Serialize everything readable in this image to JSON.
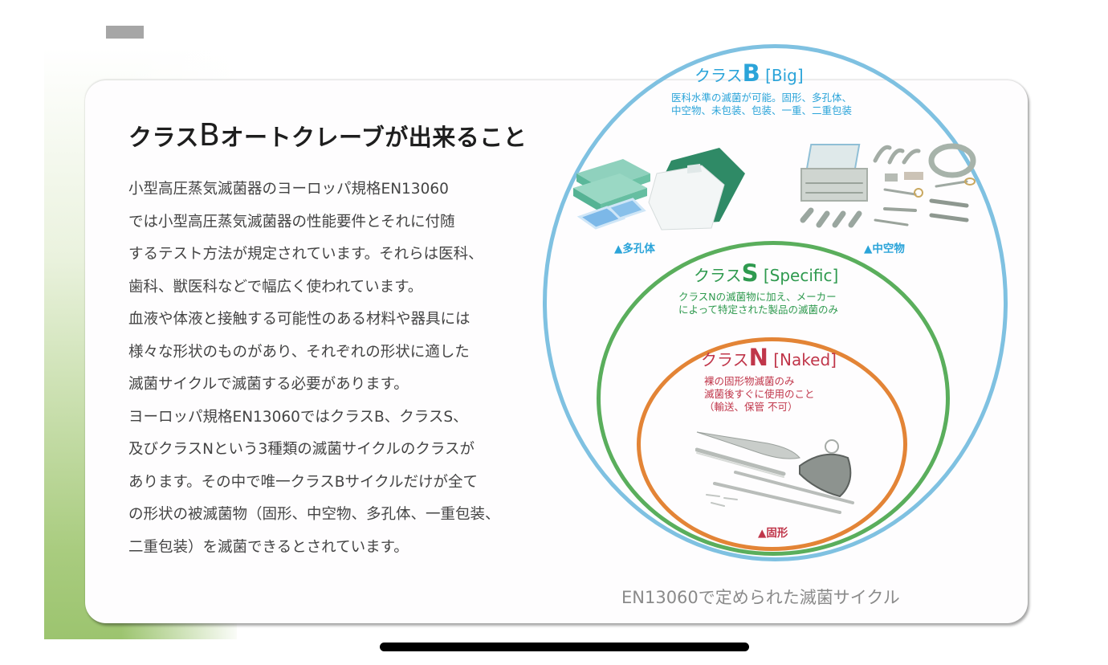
{
  "page": {
    "title_prefix": "クラス",
    "title_letter": "B",
    "title_suffix": "オートクレーブが出来ること",
    "body_lines": [
      "小型高圧蒸気滅菌器のヨーロッパ規格EN13060",
      "では小型高圧蒸気滅菌器の性能要件とそれに付随",
      "するテスト方法が規定されています。それらは医科、",
      "歯科、獣医科などで幅広く使われています。",
      "血液や体液と接触する可能性のある材料や器具には",
      "様々な形状のものがあり、それぞれの形状に適した",
      "滅菌サイクルで滅菌する必要があります。",
      "ヨーロッパ規格EN13060ではクラスB、クラスS、",
      "及びクラスNという3種類の滅菌サイクルのクラスが",
      "あります。その中で唯一クラスBサイクルだけが全て",
      "の形状の被滅菌物（固形、中空物、多孔体、一重包装、",
      "二重包装）を滅菌できるとされています。"
    ]
  },
  "diagram": {
    "class_b": {
      "prefix": "クラス",
      "letter": "B",
      "tag": "[Big]",
      "desc": [
        "医科水準の滅菌が可能。固形、多孔体、",
        "中空物、未包装、包装、一重、二重包装"
      ],
      "color": "#7fc1e1",
      "captions": [
        "▲多孔体",
        "▲中空物"
      ]
    },
    "class_s": {
      "prefix": "クラス",
      "letter": "S",
      "tag": "[Specific]",
      "desc": [
        "クラスNの滅菌物に加え、メーカー",
        "によって特定された製品の滅菌のみ"
      ],
      "color": "#5aae5c"
    },
    "class_n": {
      "prefix": "クラス",
      "letter": "N",
      "tag": "[Naked]",
      "desc": [
        "裸の固形物滅菌のみ",
        "滅菌後すぐに使用のこと",
        "（輸送、保管 不可）"
      ],
      "color": "#e38436",
      "captions": [
        "▲固形"
      ]
    },
    "footer": "EN13060で定められた滅菌サイクル"
  }
}
